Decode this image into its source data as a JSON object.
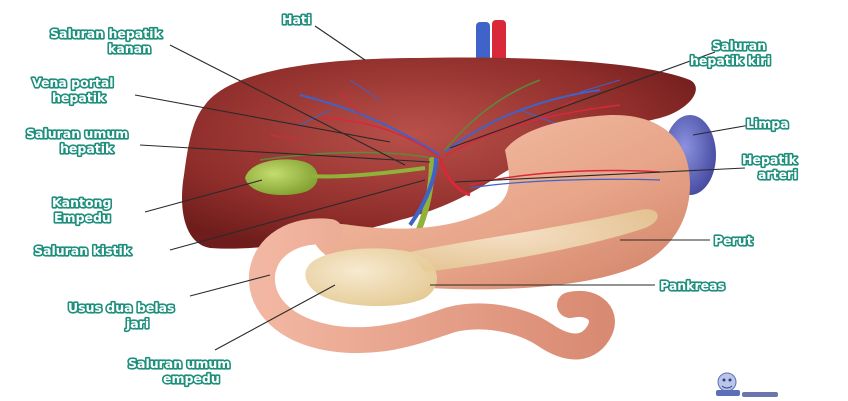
{
  "labels": {
    "hati": "Hati",
    "saluran_hepatik_kanan_1": "Saluran hepatik",
    "saluran_hepatik_kanan_2": "kanan",
    "vena_portal_1": "Vena portal",
    "vena_portal_2": "hepatik",
    "saluran_umum_hepatik_1": "Saluran umum",
    "saluran_umum_hepatik_2": "hepatik",
    "kantong_empedu_1": "Kantong",
    "kantong_empedu_2": "Empedu",
    "saluran_kistik": "Saluran kistik",
    "usus_1": "Usus dua belas",
    "usus_2": "jari",
    "saluran_umum_empedu_1": "Saluran umum",
    "saluran_umum_empedu_2": "empedu",
    "saluran_hepatik_kiri_1": "Saluran",
    "saluran_hepatik_kiri_2": "hepatik kiri",
    "limpa": "Limpa",
    "hepatik_arteri_1": "Hepatik",
    "hepatik_arteri_2": "arteri",
    "perut": "Perut",
    "pankreas": "Pankreas"
  },
  "colors": {
    "label_outline": "#1f8f7d",
    "liver": "#8e2d2a",
    "liver_light": "#b3453c",
    "gallbladder": "#8fb23a",
    "stomach": "#e7a488",
    "duodenum": "#e39c86",
    "pancreas": "#efd9a8",
    "spleen": "#5a5fb8",
    "vein_blue": "#3f63c8",
    "artery_red": "#d8283a"
  },
  "icons": [
    "pancreas-logo-icon"
  ]
}
